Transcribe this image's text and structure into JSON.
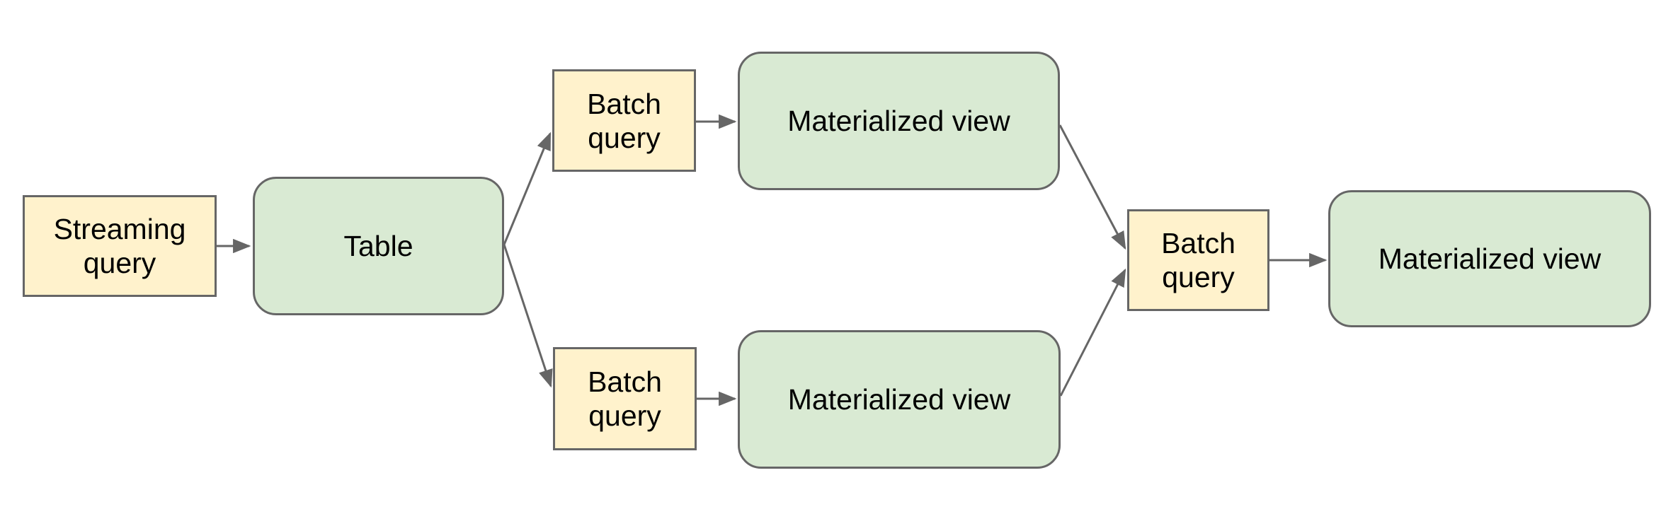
{
  "diagram": {
    "background": "#ffffff",
    "colors": {
      "query_fill": "#fff2cc",
      "view_fill": "#d9ead3",
      "node_border": "#666666",
      "arrow": "#666666",
      "text": "#000000",
      "background": "#ffffff"
    },
    "nodes": [
      {
        "id": "streaming-query",
        "label": "Streaming query",
        "kind": "query"
      },
      {
        "id": "table",
        "label": "Table",
        "kind": "view"
      },
      {
        "id": "batch-query-top",
        "label": "Batch query",
        "kind": "query"
      },
      {
        "id": "materialized-view-top",
        "label": "Materialized view",
        "kind": "view"
      },
      {
        "id": "batch-query-bottom",
        "label": "Batch query",
        "kind": "query"
      },
      {
        "id": "materialized-view-bottom",
        "label": "Materialized view",
        "kind": "view"
      },
      {
        "id": "batch-query-right",
        "label": "Batch query",
        "kind": "query"
      },
      {
        "id": "materialized-view-right",
        "label": "Materialized view",
        "kind": "view"
      }
    ],
    "edges": [
      {
        "from": "streaming-query",
        "to": "table"
      },
      {
        "from": "table",
        "to": "batch-query-top"
      },
      {
        "from": "batch-query-top",
        "to": "materialized-view-top"
      },
      {
        "from": "table",
        "to": "batch-query-bottom"
      },
      {
        "from": "batch-query-bottom",
        "to": "materialized-view-bottom"
      },
      {
        "from": "materialized-view-top",
        "to": "batch-query-right"
      },
      {
        "from": "materialized-view-bottom",
        "to": "batch-query-right"
      },
      {
        "from": "batch-query-right",
        "to": "materialized-view-right"
      }
    ]
  }
}
